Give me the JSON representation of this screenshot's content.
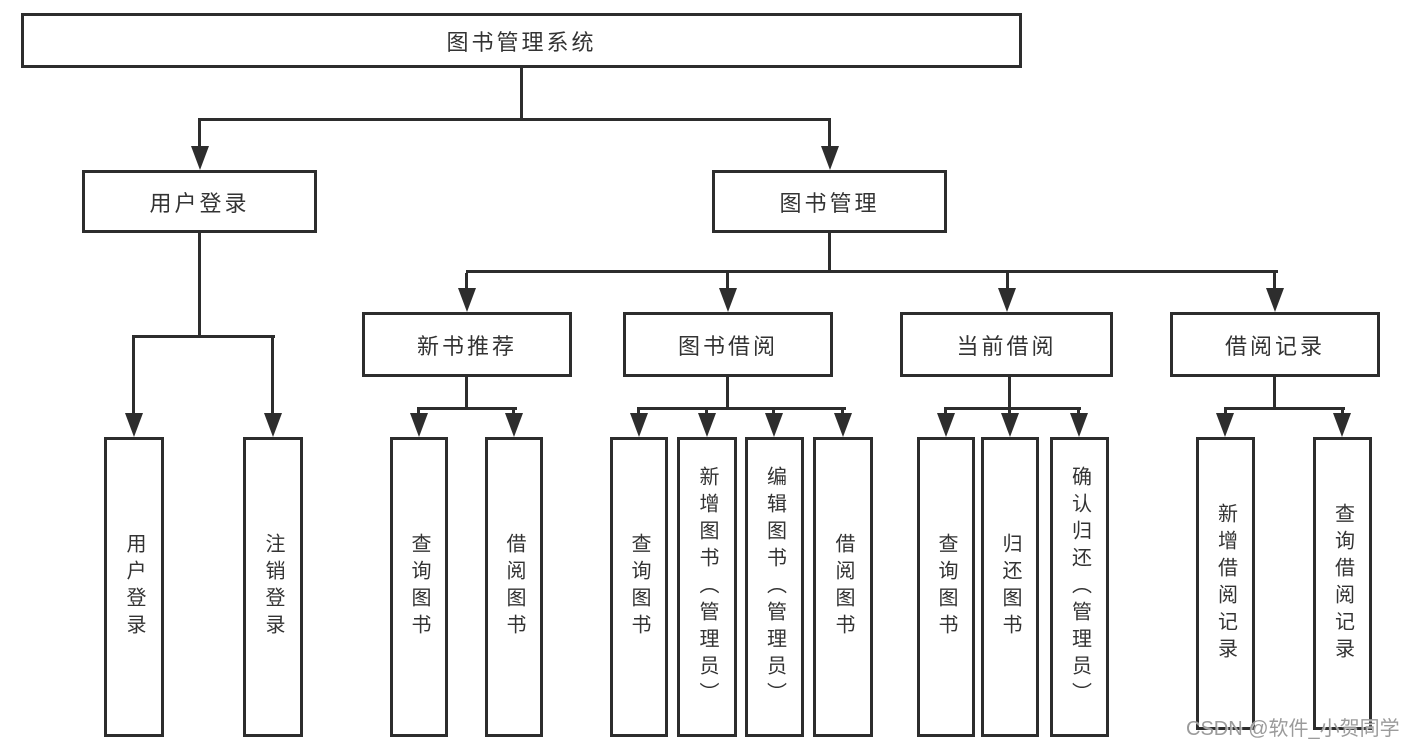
{
  "tree": {
    "root": {
      "label": "图书管理系统"
    },
    "children": [
      {
        "label": "用户登录",
        "children": [
          {
            "label": "用户登录"
          },
          {
            "label": "注销登录"
          }
        ]
      },
      {
        "label": "图书管理",
        "children": [
          {
            "label": "新书推荐",
            "children": [
              {
                "label": "查询图书"
              },
              {
                "label": "借阅图书"
              }
            ]
          },
          {
            "label": "图书借阅",
            "children": [
              {
                "label": "查询图书"
              },
              {
                "label": "新增图书（管理员）"
              },
              {
                "label": "编辑图书（管理员）"
              },
              {
                "label": "借阅图书"
              }
            ]
          },
          {
            "label": "当前借阅",
            "children": [
              {
                "label": "查询图书"
              },
              {
                "label": "归还图书"
              },
              {
                "label": "确认归还（管理员）"
              }
            ]
          },
          {
            "label": "借阅记录",
            "children": [
              {
                "label": "新增借阅记录"
              },
              {
                "label": "查询借阅记录"
              }
            ]
          }
        ]
      }
    ]
  },
  "watermark": "CSDN @软件_小贺同学",
  "colors": {
    "line": "#2d2d2d",
    "box_border": "#2d2d2d",
    "text": "#333333",
    "background": "#ffffff",
    "watermark_text": "#9b9b9b"
  }
}
